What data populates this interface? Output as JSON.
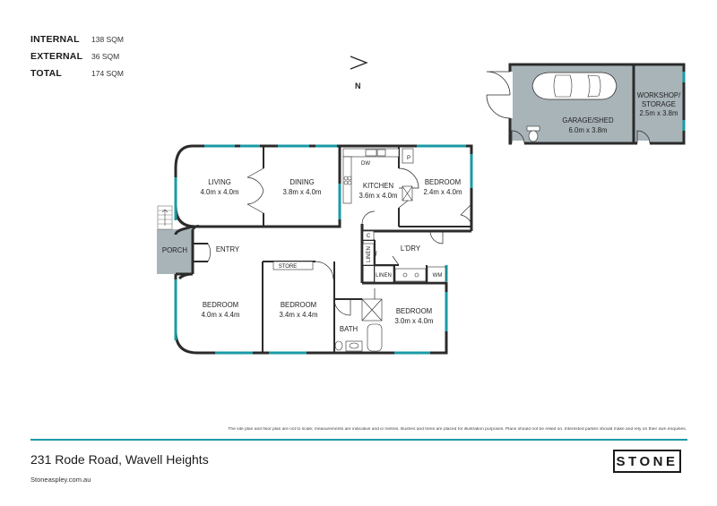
{
  "areas": [
    {
      "label": "INTERNAL",
      "value": "138 SQM"
    },
    {
      "label": "EXTERNAL",
      "value": "36 SQM"
    },
    {
      "label": "TOTAL",
      "value": "174 SQM"
    }
  ],
  "compass": {
    "label": "N"
  },
  "rooms": {
    "living": {
      "name": "LIVING",
      "dims": "4.0m x 4.0m"
    },
    "dining": {
      "name": "DINING",
      "dims": "3.8m x 4.0m"
    },
    "kitchen": {
      "name": "KITCHEN",
      "dims": "3.6m x 4.0m"
    },
    "bedroom_ne": {
      "name": "BEDROOM",
      "dims": "2.4m x 4.0m"
    },
    "porch": {
      "name": "PORCH"
    },
    "entry": {
      "name": "ENTRY"
    },
    "store": {
      "name": "STORE"
    },
    "laundry": {
      "name": "L'DRY"
    },
    "linen_v": {
      "name": "LINEN"
    },
    "linen_h": {
      "name": "LINEN"
    },
    "cupboard": {
      "name": "C"
    },
    "pantry": {
      "name": "P"
    },
    "dishwasher": {
      "name": "DW"
    },
    "washing_machine": {
      "name": "WM"
    },
    "bedroom_sw": {
      "name": "BEDROOM",
      "dims": "4.0m x 4.4m"
    },
    "bedroom_s": {
      "name": "BEDROOM",
      "dims": "3.4m x 4.4m"
    },
    "bedroom_se": {
      "name": "BEDROOM",
      "dims": "3.0m x 4.0m"
    },
    "bath": {
      "name": "BATH"
    },
    "garage": {
      "name": "GARAGE/SHED",
      "dims": "6.0m x 3.8m"
    },
    "workshop": {
      "name_line1": "WORKSHOP/",
      "name_line2": "STORAGE",
      "dims": "2.5m x 3.8m"
    }
  },
  "disclaimer": "The site plan and floor plan are not to scale; measurements are indicative and in metres. Bushes and trees are placed for illustration purposes. Plans should not be relied on. Interested parties should make and rely on their own enquiries.",
  "address": "231 Rode Road, Wavell Heights",
  "website": "Stoneaspley.com.au",
  "logo": "STONE",
  "colors": {
    "accent": "#1a9aa5",
    "wall": "#2b2b2b",
    "exterior": "#a9b4b9"
  }
}
